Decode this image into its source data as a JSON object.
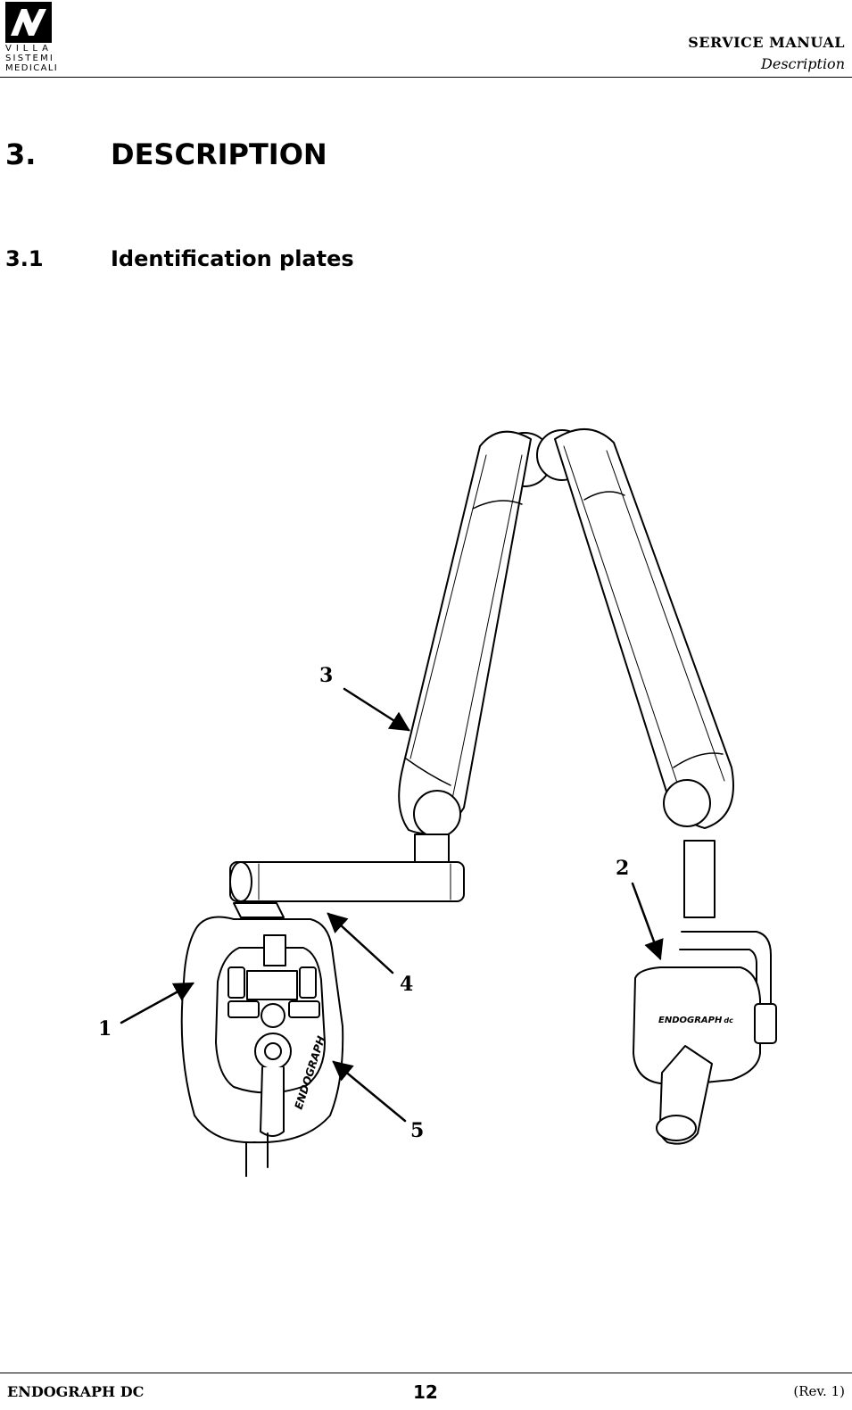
{
  "header": {
    "logo_lines": [
      "VILLA",
      "SISTEMI",
      "MEDICALI"
    ],
    "title": "SERVICE MANUAL",
    "subtitle": "Description"
  },
  "section": {
    "number": "3.",
    "title": "DESCRIPTION"
  },
  "subsection": {
    "number": "3.1",
    "title": "Identification plates"
  },
  "figure": {
    "callouts": [
      "1",
      "2",
      "3",
      "4",
      "5"
    ],
    "panel_brand": "ENDOGRAPH",
    "head_brand": "ENDOGRAPH",
    "brand_suffix": "dc"
  },
  "footer": {
    "product": "ENDOGRAPH DC",
    "page": "12",
    "revision": "(Rev. 1)"
  }
}
